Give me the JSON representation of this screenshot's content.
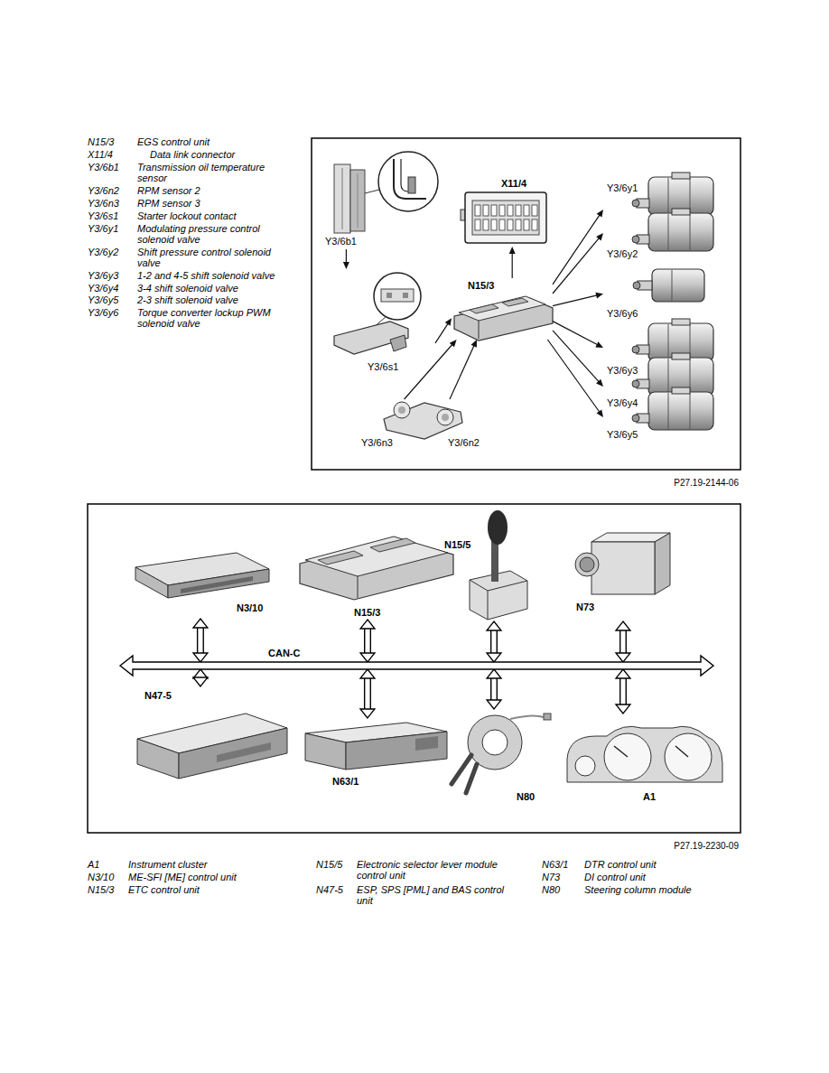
{
  "diagram": {
    "nodes": [
      {
        "text": [
          "Y3/6b1"
        ]
      },
      {
        "text": [
          "X11/4"
        ]
      },
      {
        "text": [
          "Y3/6y1"
        ]
      },
      {
        "text": [
          "Y3/6y2"
        ]
      },
      {
        "text": [
          "N15/3"
        ]
      },
      {
        "text": [
          "Y3/6y6"
        ]
      },
      {
        "text": [
          "Y3/6s1"
        ]
      },
      {
        "text": [
          "Y3/6y3"
        ]
      },
      {
        "text": [
          "Y3/6y4"
        ]
      },
      {
        "text": [
          "Y3/6y5"
        ]
      },
      {
        "text": [
          "Y3/6n3"
        ]
      },
      {
        "text": [
          "Y3/6n2"
        ]
      },
      {
        "text": [
          "N3/10"
        ]
      },
      {
        "text": [
          "N15/3"
        ]
      },
      {
        "text": [
          "N15/5"
        ]
      },
      {
        "text": [
          "N73"
        ]
      },
      {
        "text": [
          "CAN-C"
        ]
      },
      {
        "text": [
          "N47-5"
        ]
      },
      {
        "text": [
          "N63/1"
        ]
      },
      {
        "text": [
          "N80"
        ]
      },
      {
        "text": [
          "A1"
        ]
      }
    ],
    "edges": [
      {
        "from": 0,
        "to": 6,
        "arrow": "to"
      },
      {
        "from": 6,
        "to": 4,
        "arrow": "to"
      },
      {
        "from": 10,
        "to": 4,
        "arrow": "to"
      },
      {
        "from": 11,
        "to": 4,
        "arrow": "to"
      },
      {
        "from": 4,
        "to": 1,
        "arrow": "to"
      },
      {
        "from": 4,
        "to": 2,
        "arrow": "to"
      },
      {
        "from": 4,
        "to": 3,
        "arrow": "to"
      },
      {
        "from": 4,
        "to": 5,
        "arrow": "to"
      },
      {
        "from": 4,
        "to": 7,
        "arrow": "to"
      },
      {
        "from": 4,
        "to": 8,
        "arrow": "to"
      },
      {
        "from": 4,
        "to": 9,
        "arrow": "to"
      },
      {
        "from": 12,
        "to": 16,
        "arrow": "both"
      },
      {
        "from": 13,
        "to": 16,
        "arrow": "both"
      },
      {
        "from": 14,
        "to": 16,
        "arrow": "both"
      },
      {
        "from": 15,
        "to": 16,
        "arrow": "both"
      },
      {
        "from": 17,
        "to": 16,
        "arrow": "both"
      },
      {
        "from": 18,
        "to": 16,
        "arrow": "both"
      },
      {
        "from": 19,
        "to": 16,
        "arrow": "both"
      },
      {
        "from": 20,
        "to": 16,
        "arrow": "both"
      }
    ],
    "labels": [
      "N15/3",
      "EGS control unit",
      "X11/4",
      "Data link connector",
      "Y3/6b1",
      "Transmission oil temperature sensor",
      "Y3/6n2",
      "RPM sensor 2",
      "Y3/6n3",
      "RPM sensor 3",
      "Y3/6s1",
      "Starter lockout contact",
      "Y3/6y1",
      "Modulating pressure control solenoid valve",
      "Y3/6y2",
      "Shift pressure control solenoid valve",
      "Y3/6y3",
      "1-2 and 4-5 shift solenoid valve",
      "Y3/6y4",
      "3-4 shift solenoid valve",
      "Y3/6y5",
      "2-3 shift solenoid valve",
      "Y3/6y6",
      "Torque converter lockup PWM solenoid valve",
      "P27.19-2144-06",
      "P27.19-2230-09",
      "A1",
      "Instrument cluster",
      "N3/10",
      "ME-SFI [ME] control unit",
      "N15/3",
      "ETC control unit",
      "N15/5",
      "Electronic selector lever module control unit",
      "N47-5",
      "ESP, SPS [PML] and BAS control unit",
      "N63/1",
      "DTR control unit",
      "N73",
      "DI control unit",
      "N80",
      "Steering column module"
    ]
  }
}
